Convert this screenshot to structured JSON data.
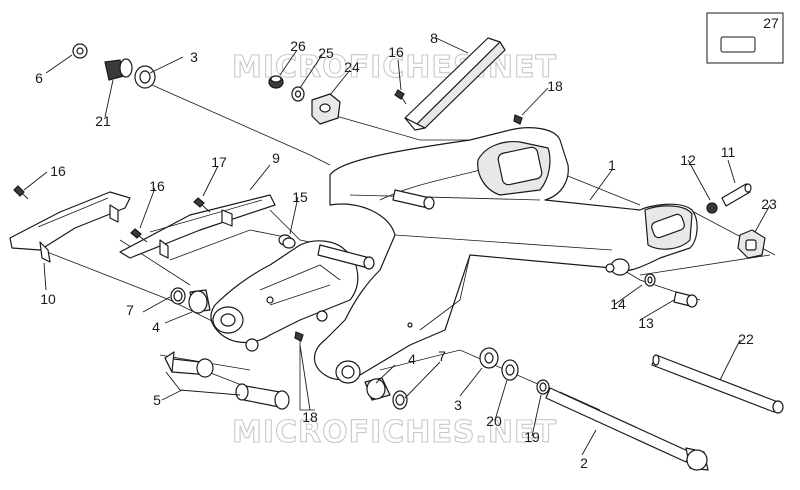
{
  "diagram": {
    "watermark_top": "MICROFICHES.NET",
    "watermark_bottom": "MICROFICHES.NET",
    "reference_box_label": "27",
    "callouts": {
      "c1": "1",
      "c2": "2",
      "c3a": "3",
      "c3b": "3",
      "c4a": "4",
      "c4b": "4",
      "c5": "5",
      "c6": "6",
      "c7a": "7",
      "c7b": "7",
      "c8": "8",
      "c9": "9",
      "c10": "10",
      "c11": "11",
      "c12": "12",
      "c13": "13",
      "c14": "14",
      "c15": "15",
      "c16a": "16",
      "c16b": "16",
      "c16c": "16",
      "c17": "17",
      "c18a": "18",
      "c18b": "18",
      "c19": "19",
      "c20": "20",
      "c21": "21",
      "c22": "22",
      "c23": "23",
      "c24": "24",
      "c25": "25",
      "c26": "26"
    }
  }
}
